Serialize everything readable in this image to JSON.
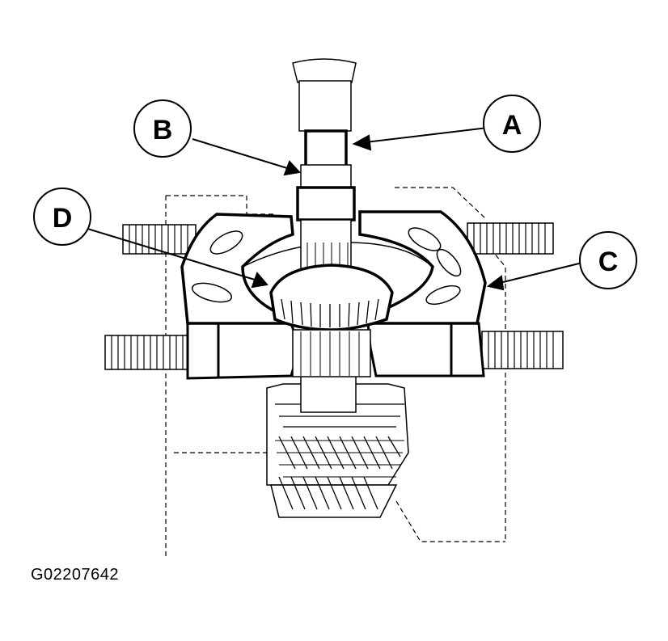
{
  "callouts": {
    "a": "A",
    "b": "B",
    "c": "C",
    "d": "D"
  },
  "figure_id": "G02207642",
  "colors": {
    "ink": "#000000",
    "paper": "#ffffff"
  }
}
